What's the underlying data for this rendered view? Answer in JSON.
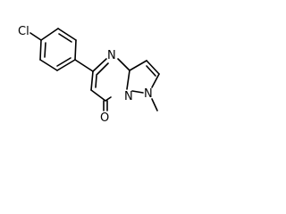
{
  "molecule": {
    "atoms": {
      "cl": "Cl",
      "n_ring": "N",
      "n_bridge": "N",
      "n_methyl": "N",
      "o": "O"
    },
    "colors": {
      "bond": "#000000",
      "label": "#000000",
      "background": "#ffffff"
    }
  }
}
